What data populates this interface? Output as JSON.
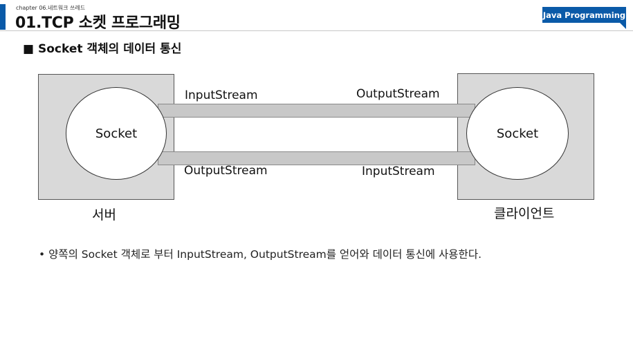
{
  "header": {
    "chapter": "chapter 06.네트워크 쓰레드",
    "title": "01.TCP 소켓 프로그래밍",
    "badge": "Java Programming"
  },
  "section": {
    "heading": "■ Socket 객체의 데이터 통신"
  },
  "diagram": {
    "server_socket": "Socket",
    "client_socket": "Socket",
    "top_left_label": "InputStream",
    "top_right_label": "OutputStream",
    "bottom_left_label": "OutputStream",
    "bottom_right_label": "InputStream",
    "server_label": "서버",
    "client_label": "클라이언트"
  },
  "body": {
    "bullet": "• 양쪽의 Socket 객체로 부터 InputStream, OutputStream를 얻어와 데이터 통신에 사용한다."
  },
  "colors": {
    "accent": "#0a5aa8",
    "box": "#d9d9d9",
    "pipe": "#c8c8c8"
  }
}
